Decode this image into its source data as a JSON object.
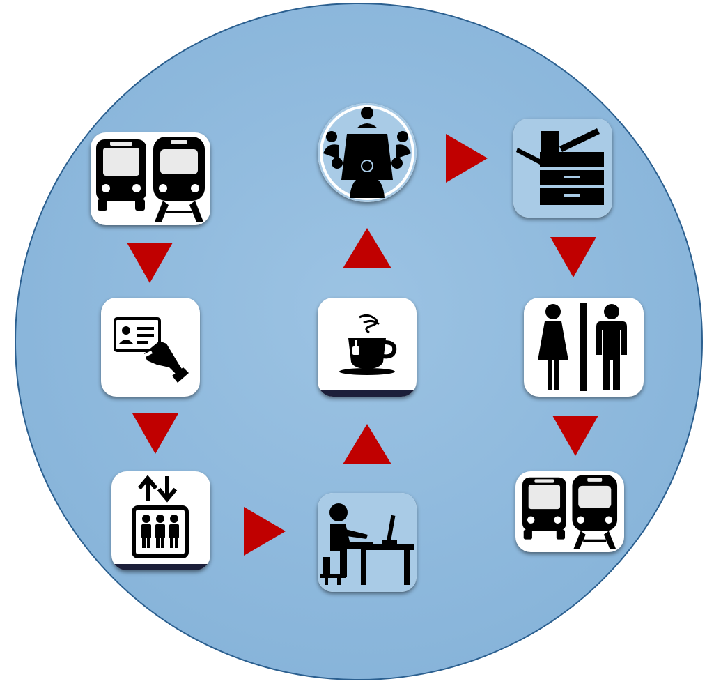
{
  "colors": {
    "circle_fill": "#8fbade",
    "circle_stroke": "#2b5f8f",
    "arrow": "#c00000",
    "icon": "#000000",
    "icon_bg": "#a9cbe6"
  },
  "steps": [
    {
      "id": "commute-start",
      "icon": "bus-train-icon"
    },
    {
      "id": "badge-in",
      "icon": "id-card-hand-icon"
    },
    {
      "id": "elevator",
      "icon": "elevator-icon"
    },
    {
      "id": "desk-work",
      "icon": "computer-desk-icon"
    },
    {
      "id": "coffee-break",
      "icon": "coffee-cup-icon"
    },
    {
      "id": "meeting",
      "icon": "meeting-table-icon"
    },
    {
      "id": "copier",
      "icon": "photocopier-icon"
    },
    {
      "id": "restroom",
      "icon": "restroom-icon"
    },
    {
      "id": "commute-home",
      "icon": "bus-train-icon"
    }
  ],
  "arrows": [
    {
      "from": "commute-start",
      "to": "badge-in",
      "direction": "down"
    },
    {
      "from": "badge-in",
      "to": "elevator",
      "direction": "down"
    },
    {
      "from": "elevator",
      "to": "desk-work",
      "direction": "right"
    },
    {
      "from": "desk-work",
      "to": "coffee-break",
      "direction": "up"
    },
    {
      "from": "coffee-break",
      "to": "meeting",
      "direction": "up"
    },
    {
      "from": "meeting",
      "to": "copier",
      "direction": "right"
    },
    {
      "from": "copier",
      "to": "restroom",
      "direction": "down"
    },
    {
      "from": "restroom",
      "to": "commute-home",
      "direction": "down"
    }
  ]
}
